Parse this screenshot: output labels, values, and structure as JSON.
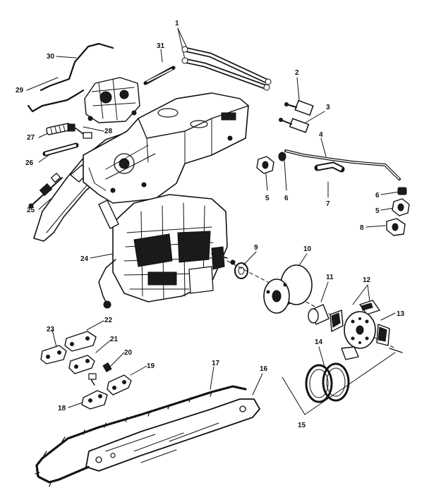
{
  "callouts": [
    "1",
    "2",
    "3",
    "4",
    "5",
    "6",
    "7",
    "6",
    "5",
    "8",
    "9",
    "10",
    "11",
    "12",
    "13",
    "14",
    "15",
    "16",
    "17",
    "18",
    "19",
    "20",
    "21",
    "22",
    "23",
    "24",
    "25",
    "26",
    "27",
    "28",
    "29",
    "30",
    "31"
  ]
}
